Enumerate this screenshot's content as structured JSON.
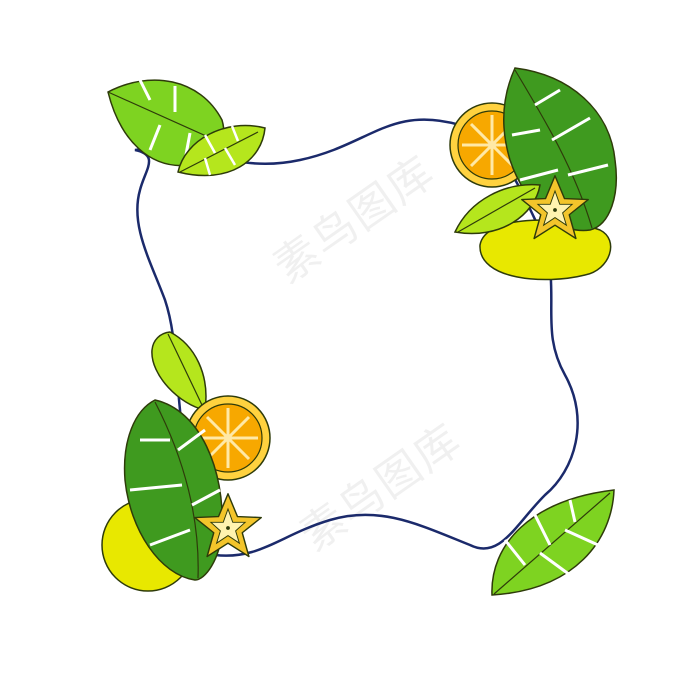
{
  "canvas": {
    "background": "#ffffff"
  },
  "watermark": {
    "text": "素鸟图库",
    "count": 2
  },
  "frame": {
    "stroke_color": "#1b2a6b"
  },
  "colors": {
    "leaf_light": "#7ed321",
    "leaf_lime": "#b5e61d",
    "leaf_dark": "#3f9a1f",
    "orange_fill": "#f7a800",
    "orange_rim": "#ffd23f",
    "lemon": "#e8e800",
    "star_fruit": "#f3c52b",
    "outline": "#2e3b0a"
  },
  "decorations": [
    {
      "name": "top-left-leaf-cluster",
      "items": [
        "monstera-leaf-icon",
        "monstera-leaf-icon"
      ]
    },
    {
      "name": "top-right-cluster",
      "items": [
        "orange-slice-icon",
        "monstera-leaf-icon",
        "leaf-icon",
        "star-fruit-icon",
        "lemon-blob-icon"
      ]
    },
    {
      "name": "bottom-left-cluster",
      "items": [
        "leaf-icon",
        "orange-slice-icon",
        "monstera-leaf-icon",
        "star-fruit-icon",
        "lemon-circle-icon"
      ]
    },
    {
      "name": "bottom-right-leaf",
      "items": [
        "monstera-leaf-icon"
      ]
    }
  ]
}
